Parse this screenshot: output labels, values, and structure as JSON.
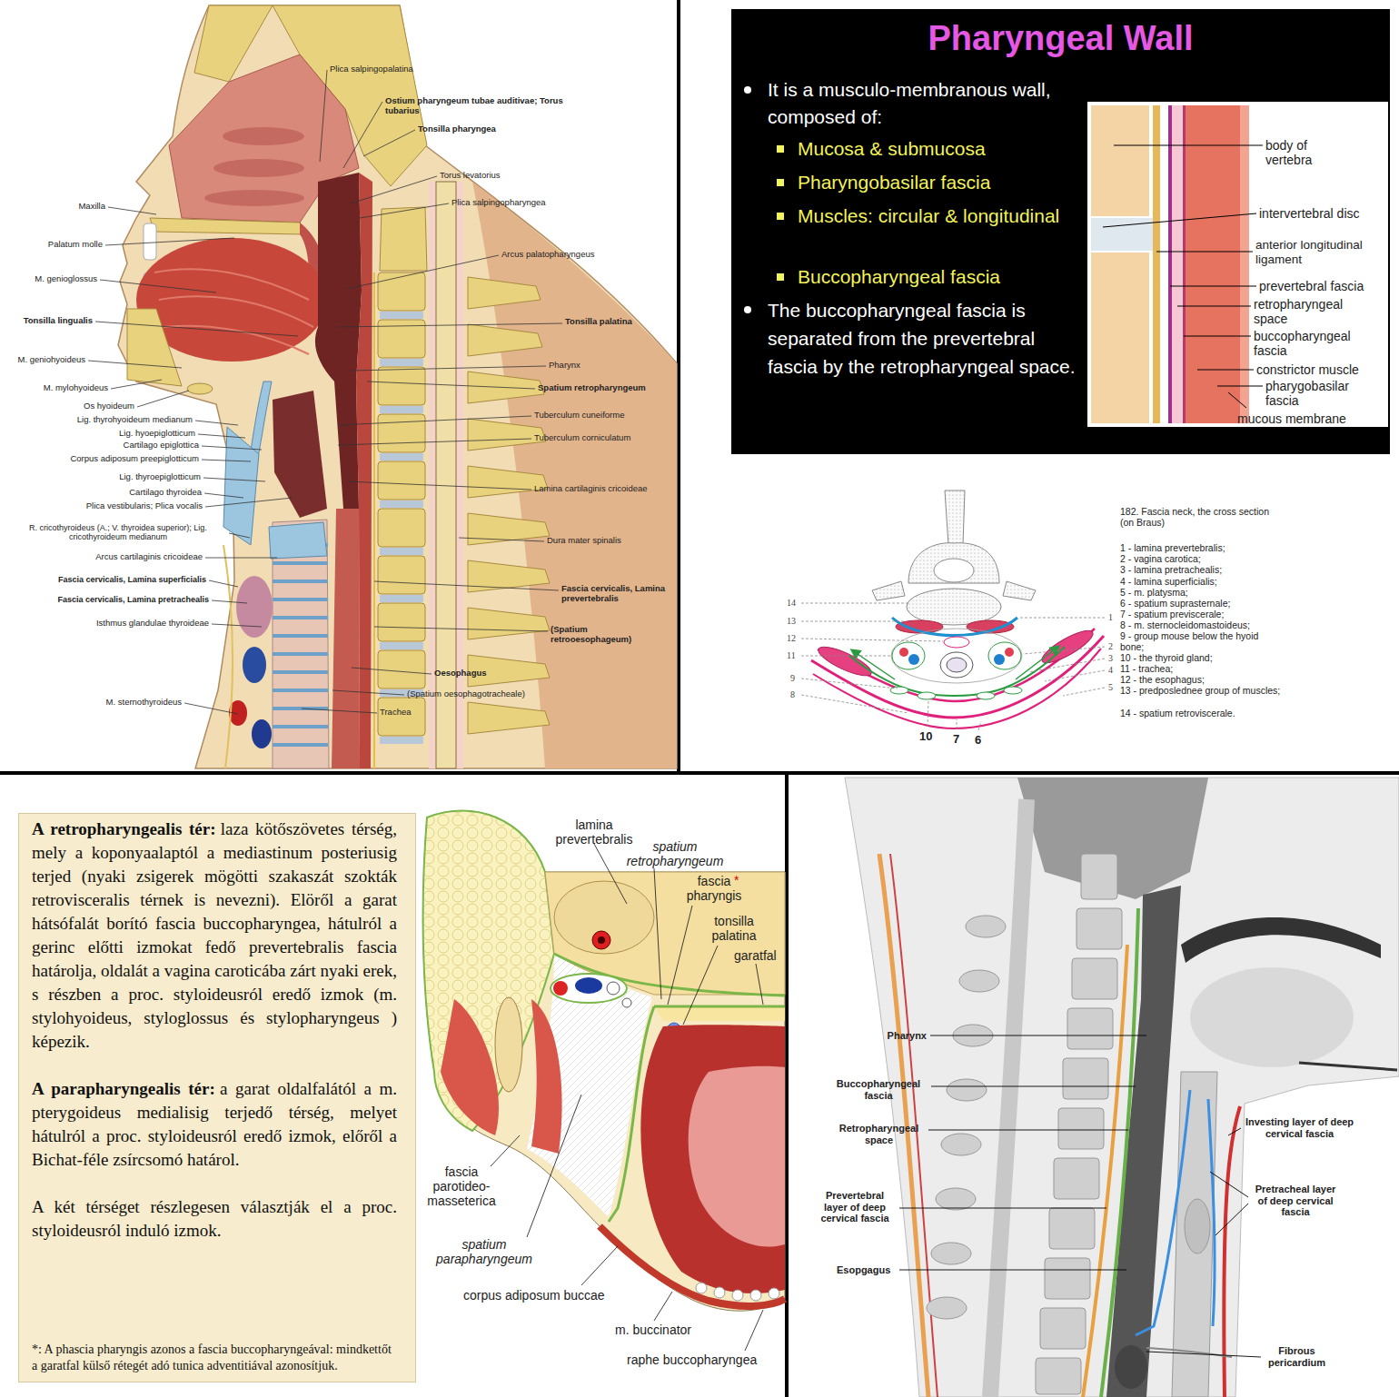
{
  "diagram": {
    "nodes": [
      {
        "text": [
          "Pharyngeal Wall",
          "It is a musculo-membranous wall, composed of:",
          "Mucosa & submucosa",
          "Pharyngobasilar fascia",
          "Muscles: circular & longitudinal",
          "Buccopharyngeal fascia",
          "The buccopharyngeal fascia is separated from the prevertebral fascia by the retropharyngeal space."
        ]
      },
      {
        "text": [
          "A retropharyngealis tér:",
          "laza kötőszövetes térség, mely a koponyaalaptól a mediastinum posteriusig terjed (nyaki zsigerek mögötti szakaszát szokták retrovisceralis térnek is nevezni). Elöről a garat hátsófalát borító fascia buccopharyngea, hátulról a gerinc előtti izmokat fedő prevertebralis fascia határolja, oldalát a vagina caroticába zárt nyaki erek, s részben a proc. styloideusról eredő izmok (m. stylohyoideus, styloglossus és stylopharyngeus ) képezik.",
          "A parapharyngealis tér:",
          "a garat oldalfalától a m. pterygoideus medialisig terjedő térség, melyet hátulról a proc. styloideusról eredő izmok, előről a Bichat-féle zsírcsomó határol.",
          "A két térséget részlegesen választják el a proc. styloideusról induló izmok.",
          "*: A phascia pharyngis azonos a fascia buccopharyngeával: mindkettőt a garatfal külső rétegét adó tunica adventitiával azonosítjuk."
        ]
      }
    ],
    "labels": [
      "Plica salpingopalatina",
      "Ostium pharyngeum tubae auditivae; Torus tubarius",
      "Tonsilla pharyngea",
      "Torus levatorius",
      "Plica salpingopharyngea",
      "Arcus palatopharyngeus",
      "Tonsilla palatina",
      "Pharynx",
      "Spatium retropharyngeum",
      "Tuberculum cuneiforme",
      "Tuberculum corniculatum",
      "Lamina cartilaginis cricoideae",
      "Dura mater spinalis",
      "Fascia cervicalis, Lamina prevertebralis",
      "(Spatium retrooesophageum)",
      "Oesophagus",
      "(Spatium oesophagotracheale)",
      "Trachea",
      "Maxilla",
      "Palatum molle",
      "M. genioglossus",
      "Tonsilla lingualis",
      "M. geniohyoideus",
      "M. mylohyoideus",
      "Os hyoideum",
      "Lig. thyrohyoideum medianum",
      "Lig. hyoepiglotticum",
      "Cartilago epiglottica",
      "Corpus adiposum preepiglotticum",
      "Lig. thyroepiglotticum",
      "Cartilago thyroidea",
      "Plica vestibularis; Plica vocalis",
      "R. cricothyroideus (A.; V. thyroidea superior); Lig. cricothyroideum medianum",
      "Arcus cartilaginis cricoideae",
      "Fascia cervicalis, Lamina superficialis",
      "Fascia cervicalis, Lamina pretrachealis",
      "Isthmus glandulae thyroideae",
      "M. sternothyroideus",
      "body of vertebra",
      "intervertebral disc",
      "anterior longitudinal ligament",
      "prevertebral fascia",
      "retropharyngeal space",
      "buccopharyngeal fascia",
      "constrictor muscle",
      "pharygobasilar fascia",
      "mucous membrane",
      "182. Fascia neck, the cross section (on Braus)",
      "1 - lamina prevertebralis;",
      "2 - vagina carotica;",
      "3 - lamina pretrachealis;",
      "4 - lamina superficialis;",
      "5 - m. platysma;",
      "6 - spatium suprasternale;",
      "7 - spatium previscerale;",
      "8 - m. sternocleidomastoideus;",
      "9 - group mouse below the hyoid bone;",
      "10 - the thyroid gland;",
      "11 - trachea;",
      "12 - the esophagus;",
      "13 - predposlednee group of muscles;",
      "14 - spatium retroviscerale.",
      "14",
      "13",
      "12",
      "11",
      "9",
      "8",
      "1",
      "2",
      "3",
      "4",
      "5",
      "10",
      "7",
      "6",
      "lamina prevertebralis",
      "spatium retropharyngeum",
      "fascia pharyngis",
      "*",
      "tonsilla palatina",
      "garatfal",
      "fascia parotideo-masseterica",
      "spatium parapharyngeum",
      "corpus adiposum buccae",
      "m. buccinator",
      "raphe buccopharyngea",
      "Pharynx",
      "Buccopharyngeal fascia",
      "Retropharyngeal space",
      "Prevertebral layer of deep cervical fascia",
      "Esopgagus",
      "Investing layer of deep cervical fascia",
      "Pretracheal layer of deep cervical fascia",
      "Fibrous pericardium"
    ]
  }
}
